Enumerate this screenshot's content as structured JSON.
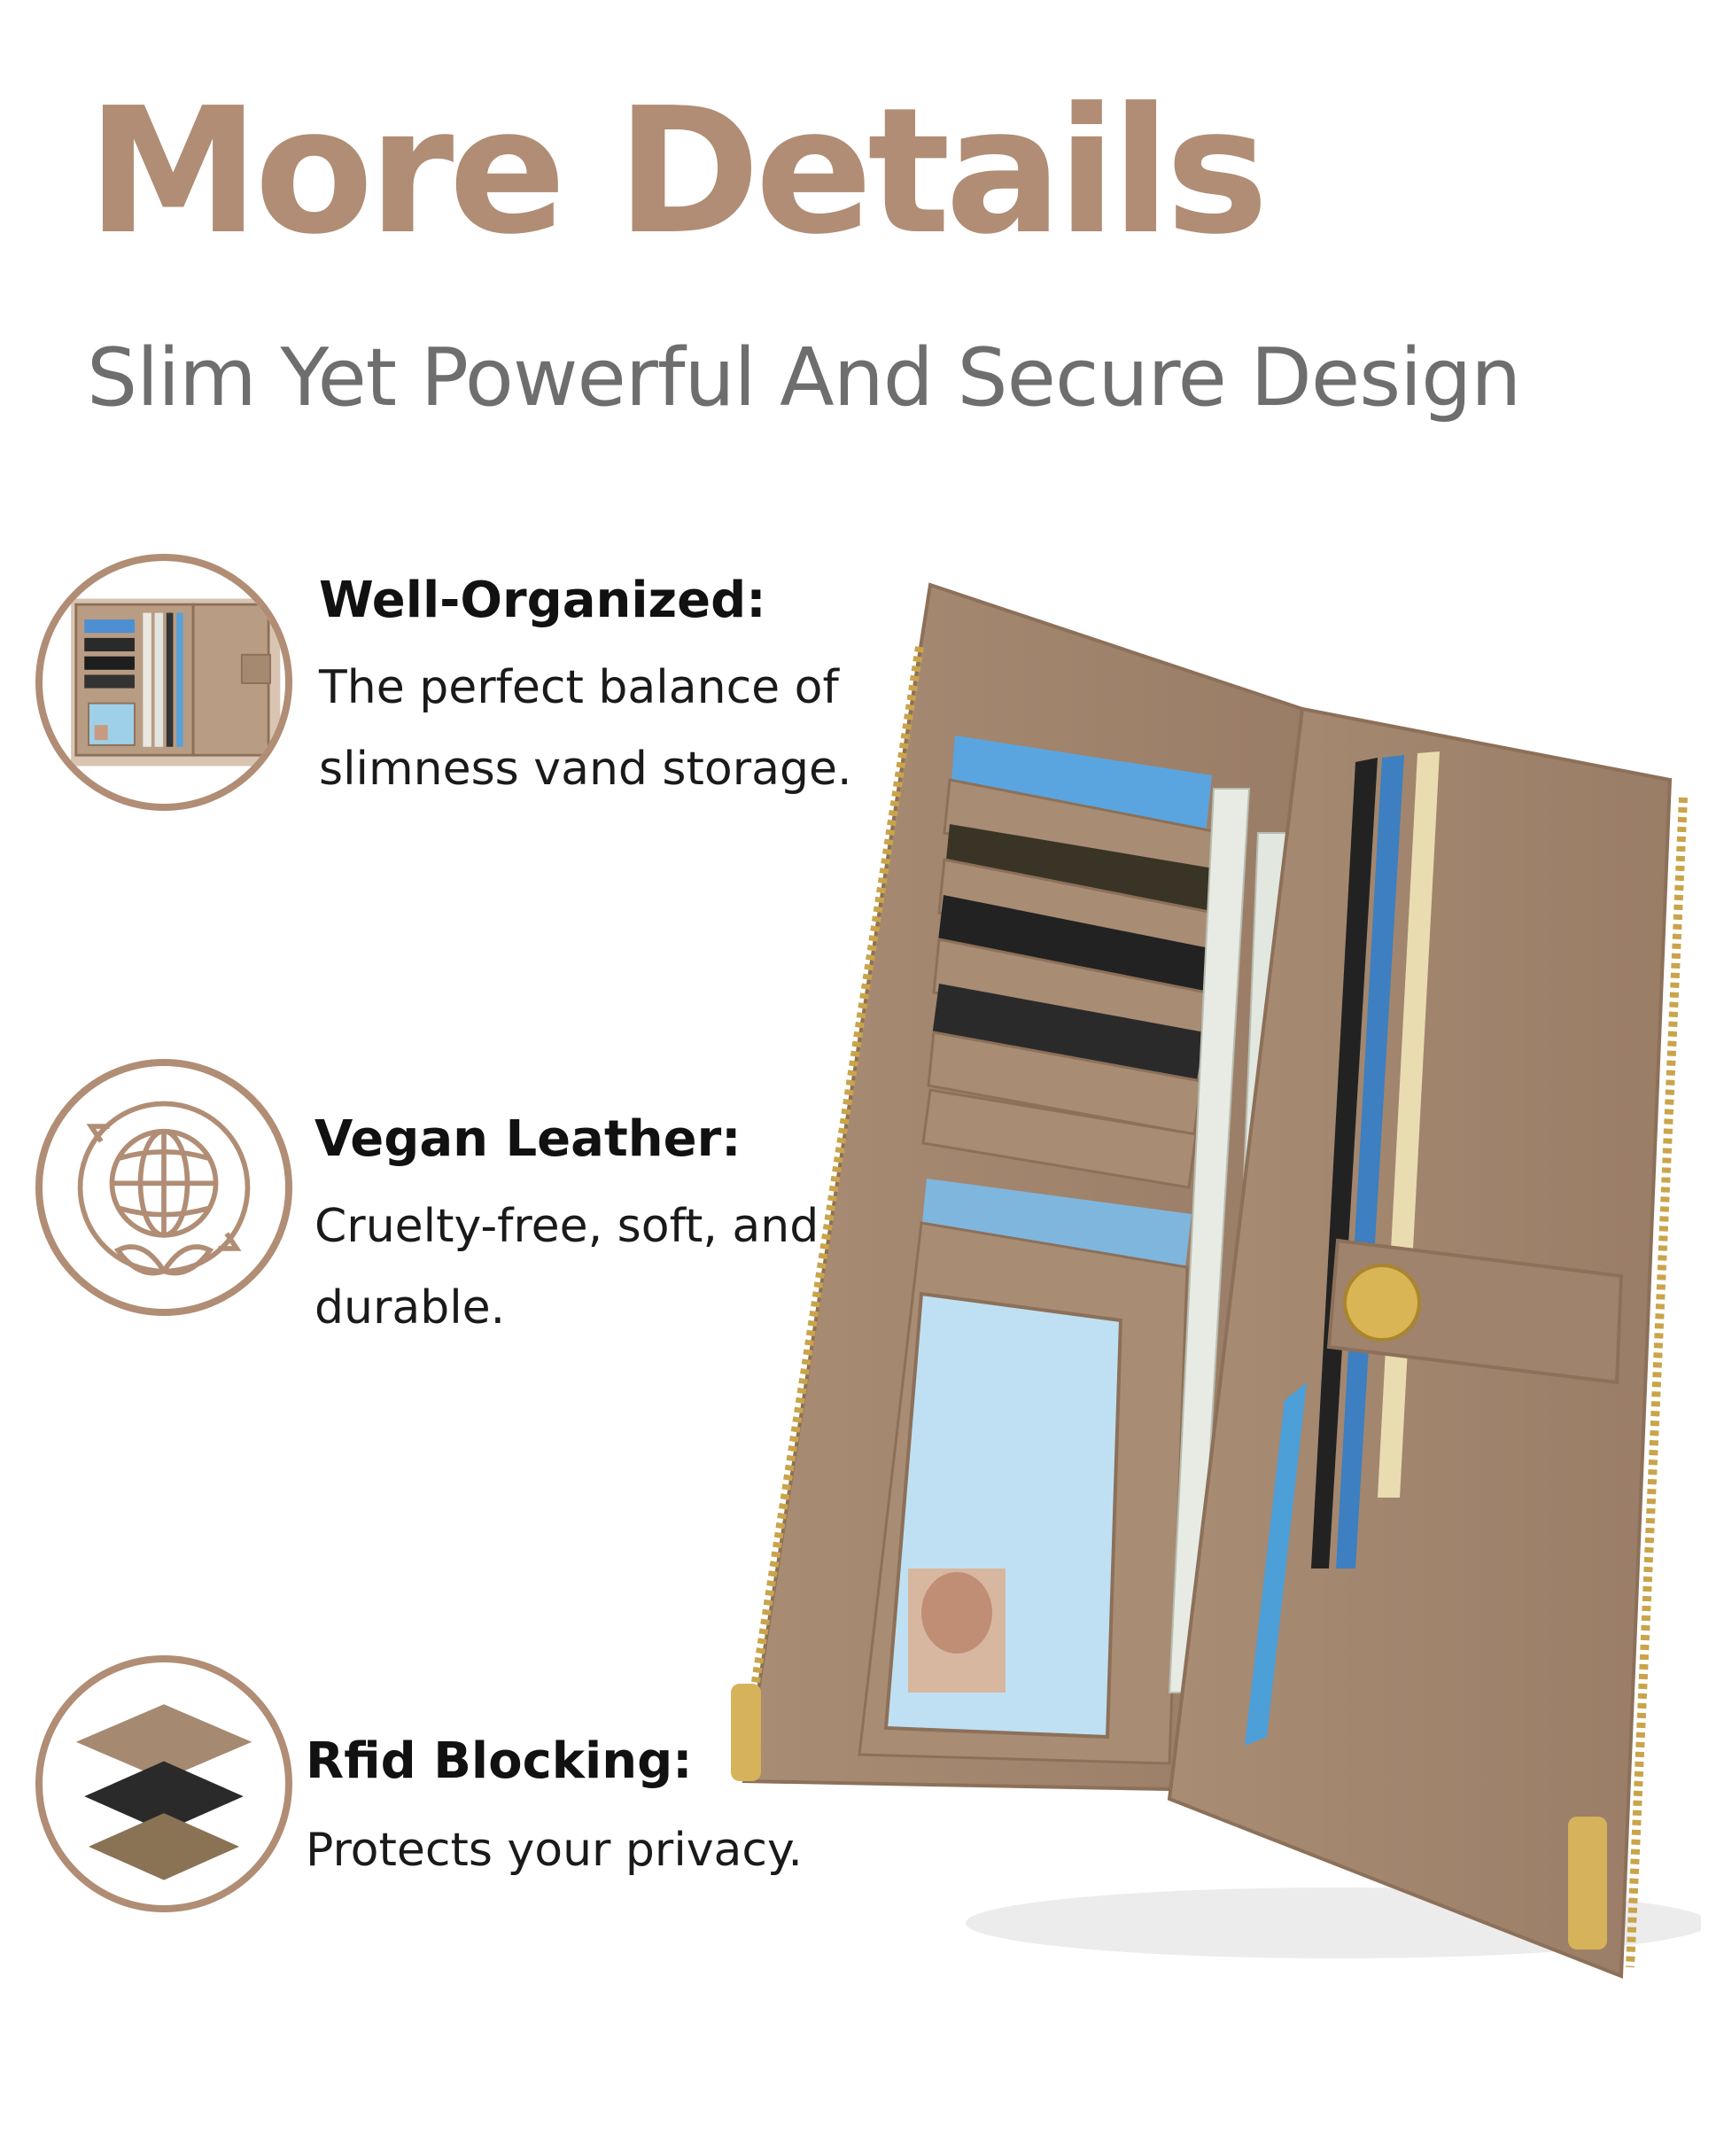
{
  "header": {
    "title": "More Details",
    "subtitle": "Slim Yet Powerful And Secure Design"
  },
  "features": [
    {
      "icon": "wallet-open-icon",
      "title": "Well-Organized:",
      "description_lines": [
        "The perfect balance of",
        "slimness vand storage."
      ]
    },
    {
      "icon": "eco-globe-icon",
      "title": "Vegan Leather:",
      "description_lines": [
        "Cruelty-free, soft, and",
        "durable."
      ]
    },
    {
      "icon": "rfid-layers-icon",
      "title": "Rfid Blocking:",
      "description_lines": [
        "Protects your privacy."
      ]
    }
  ],
  "colors": {
    "accent": "#b08d74",
    "leather": "#a58971",
    "leather_dark": "#8c7059",
    "zipper_gold": "#c9a44a",
    "subtitle_gray": "#6e6e6e"
  }
}
